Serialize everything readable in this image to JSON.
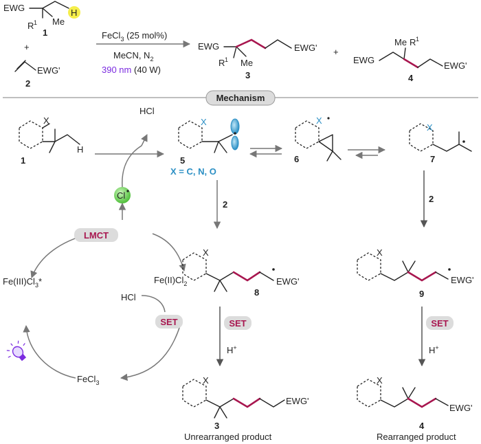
{
  "reaction": {
    "reactant1": {
      "ewg": "EWG",
      "r1": "R",
      "r1_sup": "1",
      "me": "Me",
      "h": "H",
      "number": "1"
    },
    "plus1": "+",
    "reactant2": {
      "ewg": "EWG'",
      "number": "2"
    },
    "conditions": {
      "line1_pre": "FeCl",
      "line1_sub": "3",
      "line1_post": " (25 mol%)",
      "line2_pre": "MeCN, N",
      "line2_sub": "2",
      "wavelength": "390 nm",
      "power": " (40 W)"
    },
    "product3": {
      "ewg": "EWG",
      "ewg2": "EWG'",
      "r1": "R",
      "r1_sup": "1",
      "me": "Me",
      "number": "3"
    },
    "plus2": "+",
    "product4": {
      "ewg": "EWG",
      "ewg2": "EWG'",
      "r1": "R",
      "r1_sup": "1",
      "me": "Me",
      "number": "4"
    }
  },
  "mechanism_label": "Mechanism",
  "mechanism": {
    "cmp1": "1",
    "cmp5": "5",
    "cmp6": "6",
    "cmp7": "7",
    "cmp8": "8",
    "cmp9": "9",
    "cmp3": "3",
    "cmp4": "4",
    "h": "H",
    "hcl": "HCl",
    "hcl2": "HCl",
    "cl": "Cl",
    "x": "X",
    "x_note": "X = C, N, O",
    "reagent2_a": "2",
    "reagent2_b": "2",
    "lmct": "LMCT",
    "set1": "SET",
    "set2": "SET",
    "set3": "SET",
    "fe3_star_pre": "Fe(III)Cl",
    "fe3_star_sub": "3",
    "fe3_star_post": "*",
    "fe2_pre": "Fe(II)Cl",
    "fe2_sub": "2",
    "fecl3_pre": "FeCl",
    "fecl3_sub": "3",
    "h_plus_a": "H",
    "h_plus_b": "H",
    "plus_sup": "+",
    "ewg8": "EWG'",
    "ewg9": "EWG'",
    "ewg3": "EWG'",
    "ewg4": "EWG'",
    "label3": "Unrearranged product",
    "label4": "Rearranged product"
  },
  "colors": {
    "accent_red": "#a8164f",
    "blue": "#2b8fc4",
    "purple": "#7b2be0",
    "green": "#6dd05c",
    "pill_gray": "#dcdcdc"
  },
  "icons": [
    "lightbulb-icon",
    "radical-dot-icon",
    "orbital-lobe-icon"
  ]
}
